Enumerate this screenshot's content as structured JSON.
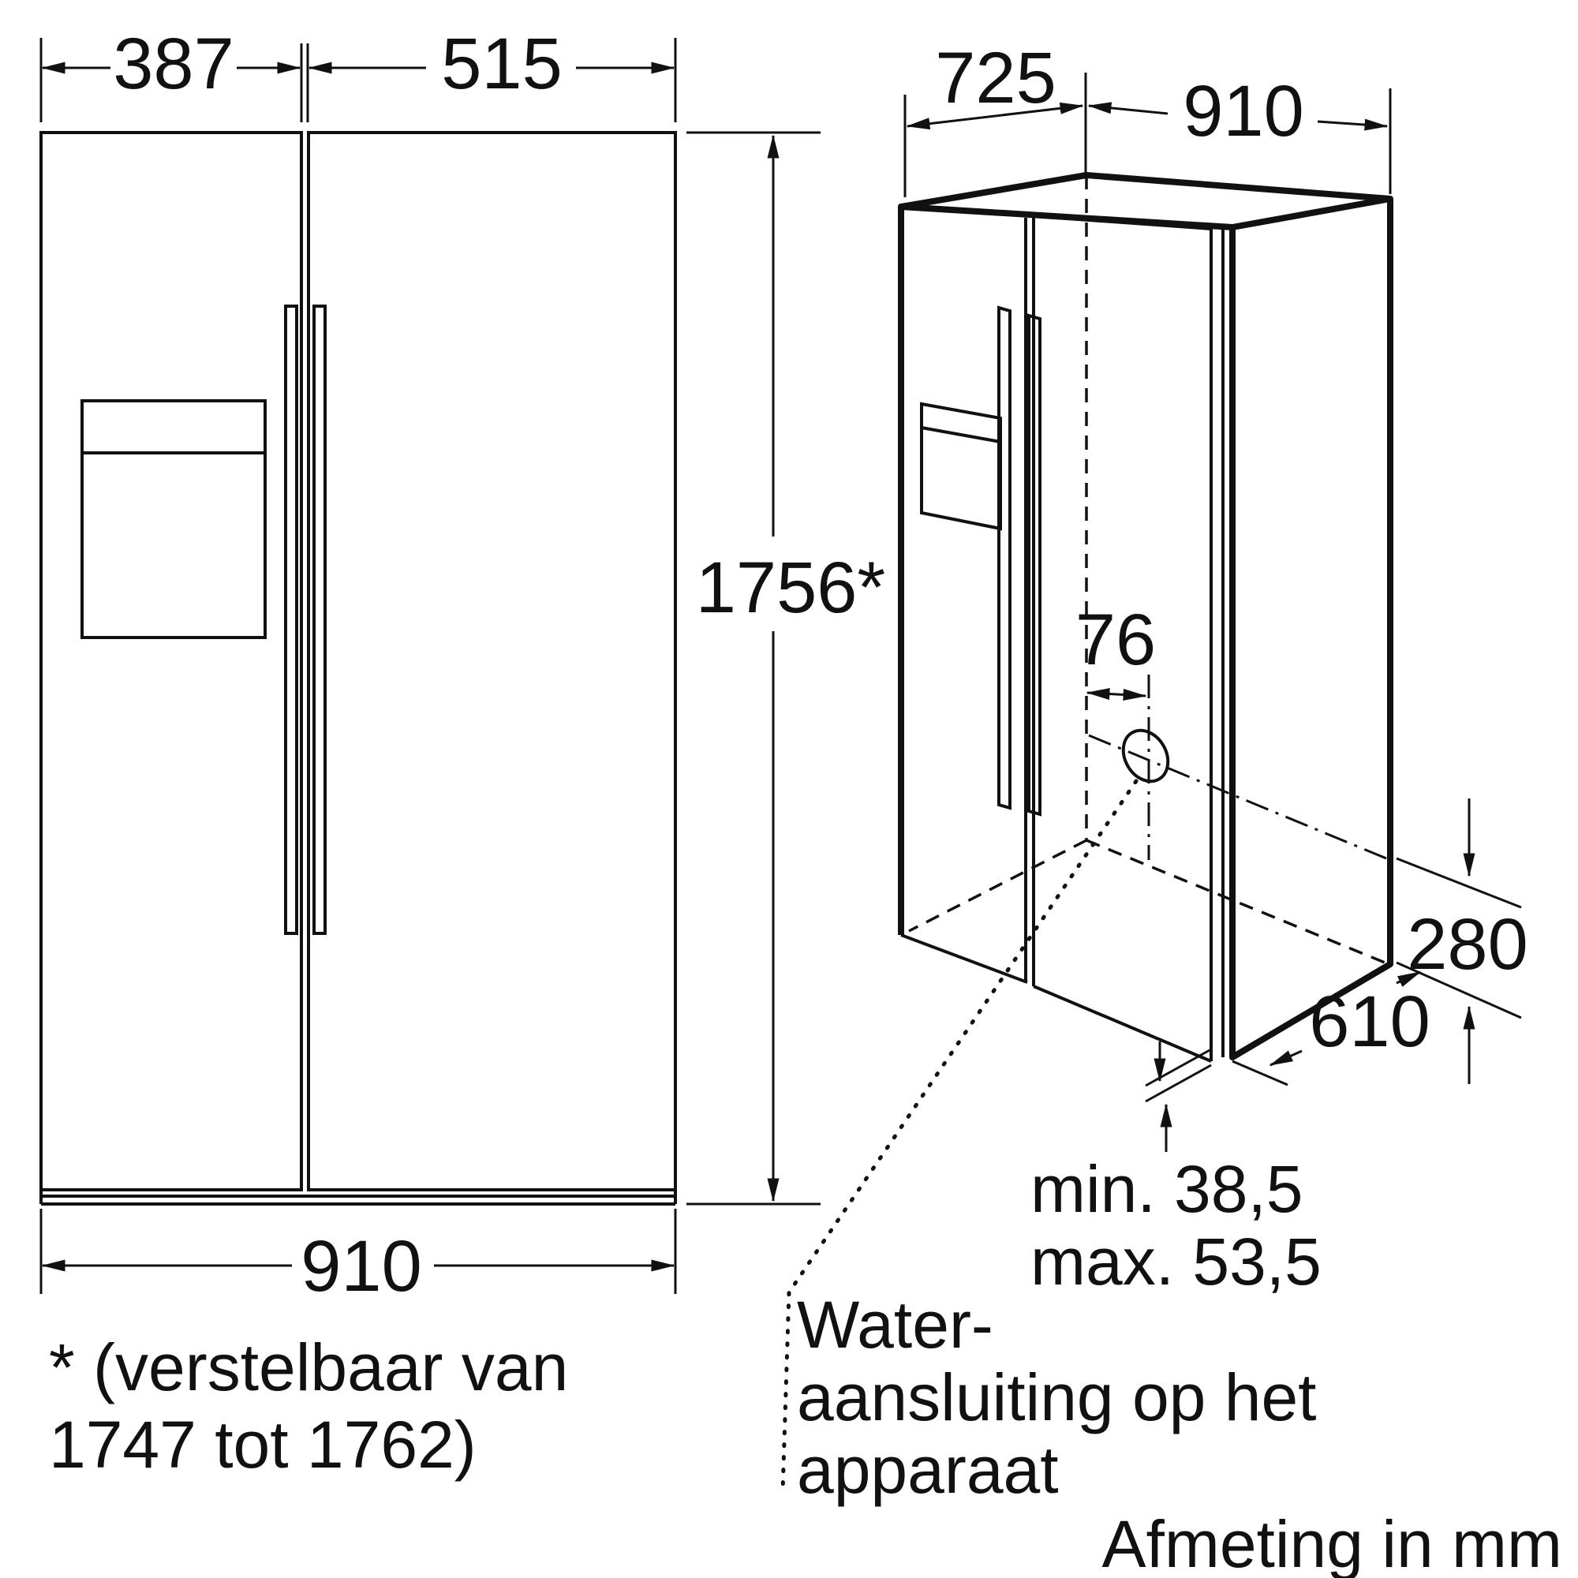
{
  "front_view": {
    "dim_left_door": "387",
    "dim_right_door": "515",
    "dim_height": "1756*",
    "dim_width": "910"
  },
  "footnote": {
    "line1": "* (verstelbaar van",
    "line2": "1747 tot 1762)"
  },
  "iso_view": {
    "dim_depth": "725",
    "dim_width": "910",
    "dim_offset": "76",
    "dim_height_connection": "280",
    "dim_depth_connection": "610",
    "gap_min": "min. 38,5",
    "gap_max": "max. 53,5"
  },
  "water_label": {
    "line1": "Water-",
    "line2": "aansluiting op het",
    "line3": "apparaat"
  },
  "units_label": "Afmeting in mm"
}
